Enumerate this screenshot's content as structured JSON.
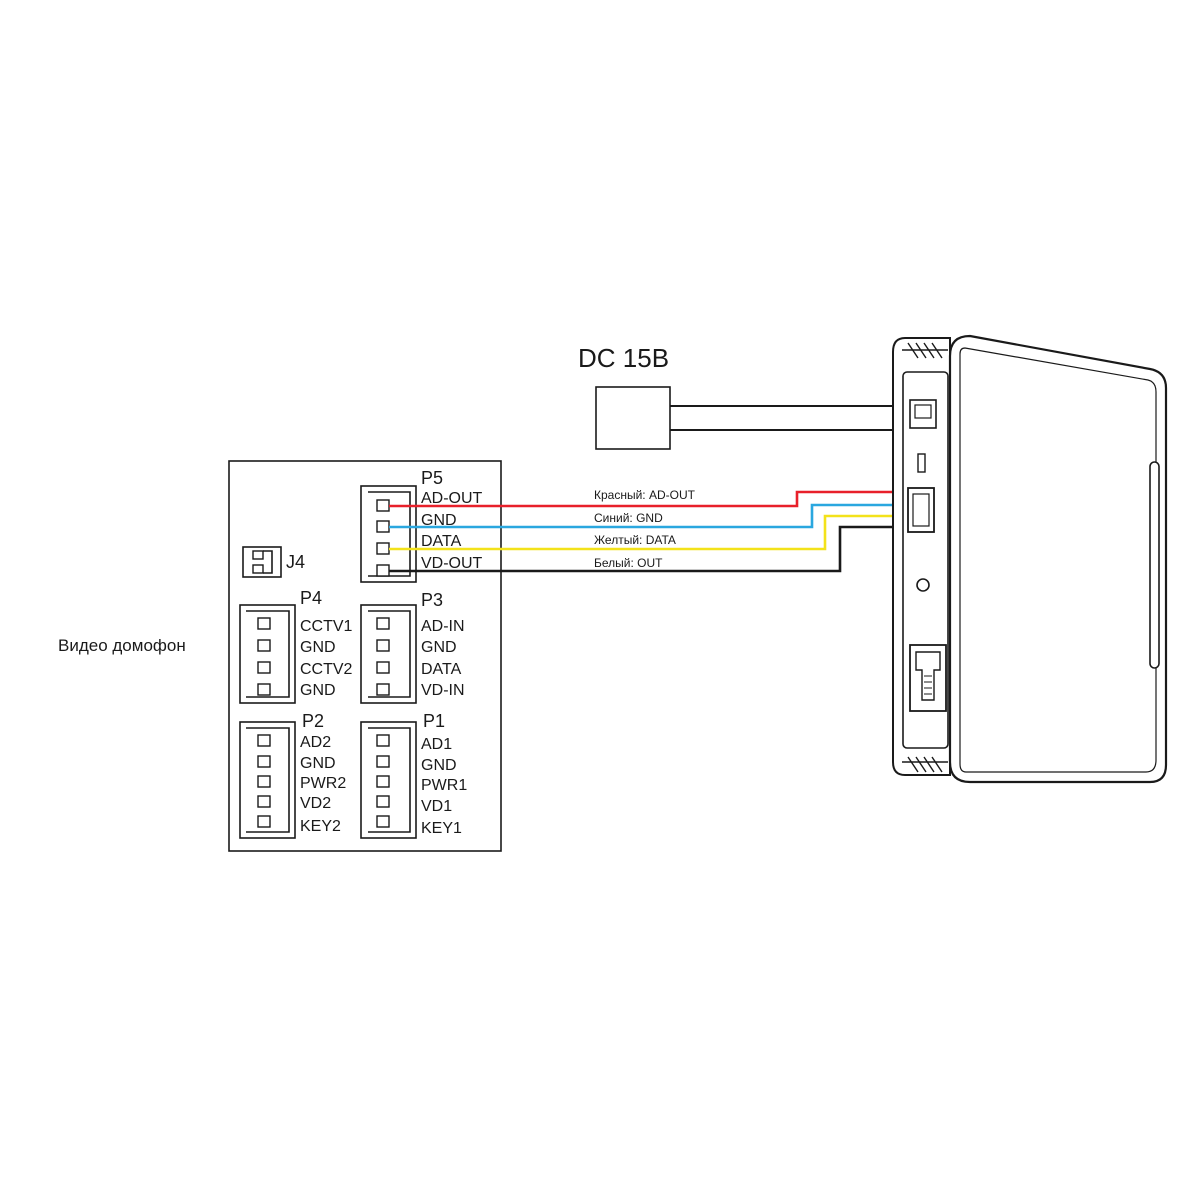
{
  "power": {
    "label": "DC 15В"
  },
  "device": {
    "label": "Видео домофон"
  },
  "board": {
    "j4": {
      "label": "J4"
    },
    "p5": {
      "label": "P5",
      "pins": [
        "AD-OUT",
        "GND",
        "DATA",
        "VD-OUT"
      ]
    },
    "p4": {
      "label": "P4",
      "pins": [
        "CCTV1",
        "GND",
        "CCTV2",
        "GND"
      ]
    },
    "p3": {
      "label": "P3",
      "pins": [
        "AD-IN",
        "GND",
        "DATA",
        "VD-IN"
      ]
    },
    "p2": {
      "label": "P2",
      "pins": [
        "AD2",
        "GND",
        "PWR2",
        "VD2",
        "KEY2"
      ]
    },
    "p1": {
      "label": "P1",
      "pins": [
        "AD1",
        "GND",
        "PWR1",
        "VD1",
        "KEY1"
      ]
    }
  },
  "wires": [
    {
      "label": "Красный: AD-OUT",
      "color": "#e8202a"
    },
    {
      "label": "Синий: GND",
      "color": "#2aa7df"
    },
    {
      "label": "Желтый: DATA",
      "color": "#f3e21a"
    },
    {
      "label": "Белый: OUT",
      "color": "#1a1a1a"
    }
  ],
  "colors": {
    "line": "#1a1a1a",
    "background": "#ffffff"
  }
}
